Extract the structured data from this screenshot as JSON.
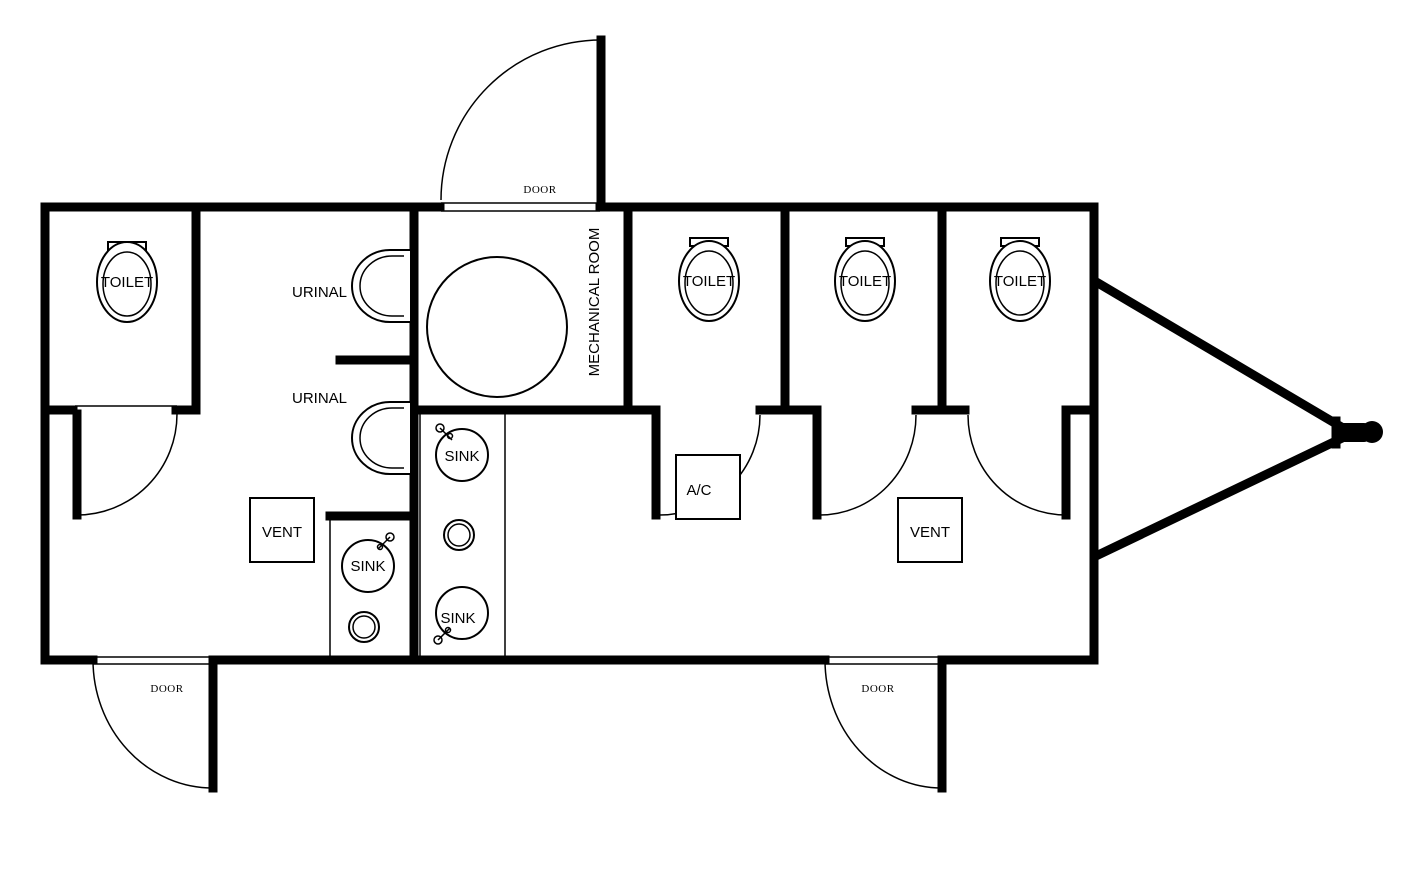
{
  "labels": {
    "door": "DOOR",
    "toilet": "TOILET",
    "urinal": "URINAL",
    "sink": "SINK",
    "vent": "VENT",
    "ac": "A/C",
    "mechanical_room": "MECHANICAL ROOM"
  },
  "colors": {
    "line": "#000000",
    "background": "#ffffff"
  }
}
